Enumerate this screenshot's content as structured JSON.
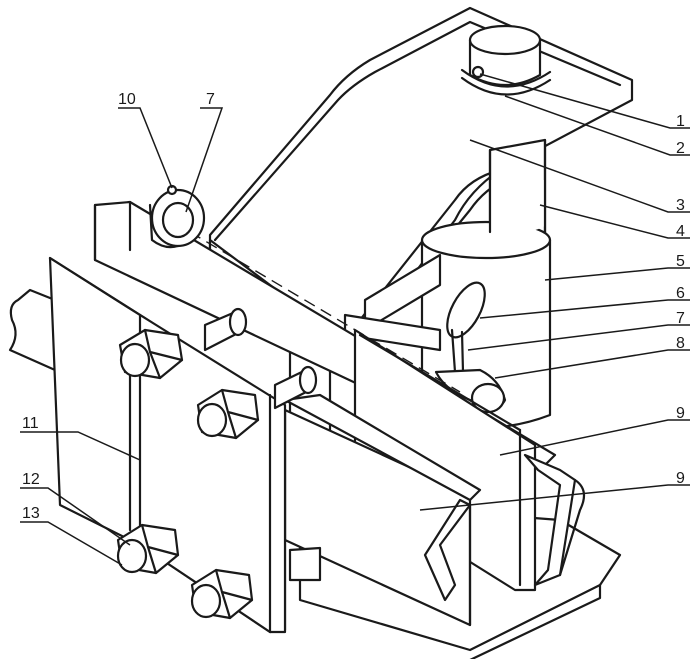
{
  "labels": {
    "1": "1",
    "2": "2",
    "3": "3",
    "4": "4",
    "5": "5",
    "6": "6",
    "7": "7",
    "8": "8",
    "9": "9",
    "10": "10",
    "11": "11",
    "12": "12",
    "13": "13"
  },
  "colors": {
    "ink": "#1a1a1a",
    "paper": "#ffffff"
  }
}
